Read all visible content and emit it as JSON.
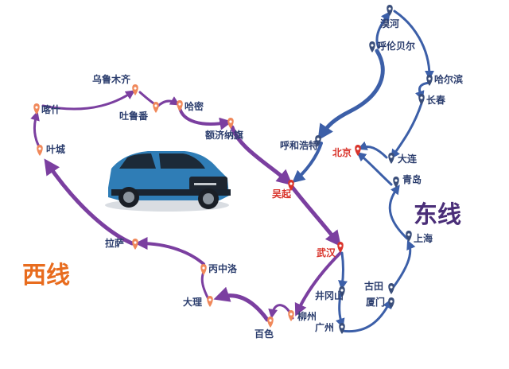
{
  "routes": {
    "west": {
      "label": "西线",
      "color": "#e86c1e",
      "line_color": "#7b3fa0"
    },
    "east": {
      "label": "东线",
      "color": "#4a2e78",
      "line_color": "#3c5fa8"
    }
  },
  "marker_colors": {
    "west": "#f0885a",
    "east": "#3a4e7a"
  },
  "cities": {
    "mohe": "漠河",
    "hulunbeier": "呼伦贝尔",
    "haerbin": "哈尔滨",
    "changchun": "长春",
    "huhehaote": "呼和浩特",
    "beijing": "北京",
    "dalian": "大连",
    "qingdao": "青岛",
    "wuqi": "吴起",
    "wuhan": "武汉",
    "shanghai": "上海",
    "jinggangshan": "井冈山",
    "gutian": "古田",
    "xiamen": "厦门",
    "guangzhou": "广州",
    "liuzhou": "柳州",
    "baise": "百色",
    "dali": "大理",
    "bingzhongluo": "丙中洛",
    "lasa": "拉萨",
    "yecheng": "叶城",
    "kashi": "喀什",
    "wulumuqi": "乌鲁木齐",
    "tulufan": "吐鲁番",
    "hami": "哈密",
    "ejinaqi": "额济纳旗"
  }
}
